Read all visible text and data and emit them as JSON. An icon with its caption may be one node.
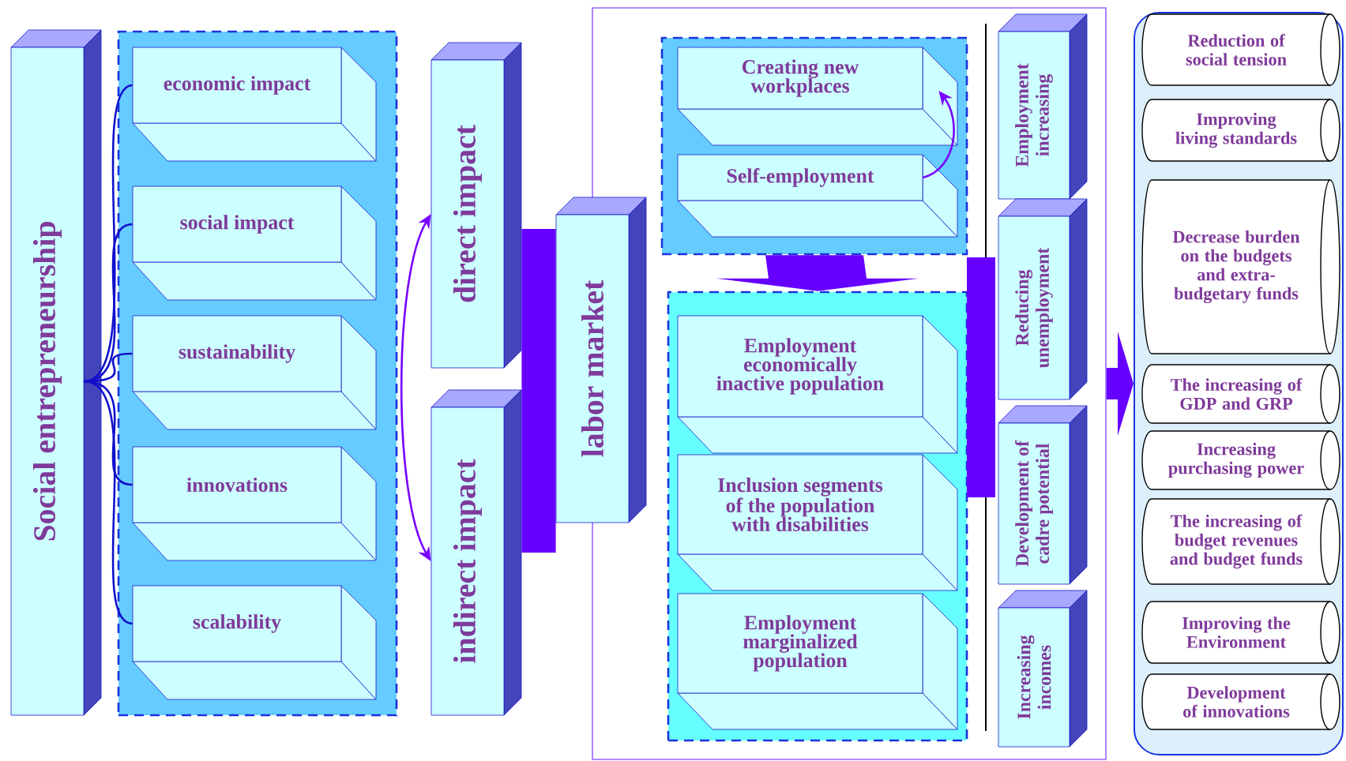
{
  "diagram": {
    "nodes": [
      {
        "text": [
          "Social entrepreneurship"
        ]
      },
      {
        "text": [],
        "shape": "box"
      },
      {
        "text": [
          "economic impact"
        ],
        "in": 1
      },
      {
        "text": [
          "social impact"
        ],
        "in": 1
      },
      {
        "text": [
          "sustainability"
        ],
        "in": 1
      },
      {
        "text": [
          "innovations"
        ],
        "in": 1
      },
      {
        "text": [
          "scalability"
        ],
        "in": 1
      },
      {
        "text": [
          "direct impact"
        ]
      },
      {
        "text": [
          "indirect impact"
        ]
      },
      {
        "text": [
          "labor market"
        ]
      },
      {
        "text": [],
        "shape": "box"
      },
      {
        "text": [],
        "shape": "box",
        "in": 10
      },
      {
        "text": [
          "Creating new workplaces"
        ],
        "in": 11
      },
      {
        "text": [
          "Self-employment"
        ],
        "in": 11
      },
      {
        "text": [],
        "shape": "box",
        "in": 10
      },
      {
        "text": [
          "Employment economically inactive population"
        ],
        "in": 14
      },
      {
        "text": [
          "Inclusion segments of the population with disabilities"
        ],
        "in": 14
      },
      {
        "text": [
          "Employment marginalized population"
        ],
        "in": 14
      },
      {
        "text": [
          "Employment increasing"
        ],
        "in": 10
      },
      {
        "text": [
          "Reducing unemployment"
        ],
        "in": 10
      },
      {
        "text": [
          "Development of cadre potential"
        ],
        "in": 10
      },
      {
        "text": [
          "Increasing incomes"
        ],
        "in": 10
      },
      {
        "text": [],
        "shape": "box"
      },
      {
        "text": [
          "Reduction of social tension"
        ],
        "in": 22
      },
      {
        "text": [
          "Improving living standards"
        ],
        "in": 22
      },
      {
        "text": [
          "Decrease burden on the budgets and extra-budgetary funds"
        ],
        "in": 22
      },
      {
        "text": [
          "The increasing of GDP and GRP"
        ],
        "in": 22
      },
      {
        "text": [
          "Increasing purchasing power"
        ],
        "in": 22
      },
      {
        "text": [
          "The increasing of budget revenues and budget funds"
        ],
        "in": 22
      },
      {
        "text": [
          "Improving the Environment"
        ],
        "in": 22
      },
      {
        "text": [
          "Development of innovations"
        ],
        "in": 22
      }
    ],
    "edges": [
      {
        "from": 0,
        "to": 2,
        "arrow": "none"
      },
      {
        "from": 0,
        "to": 3,
        "arrow": "none"
      },
      {
        "from": 0,
        "to": 4,
        "arrow": "none"
      },
      {
        "from": 0,
        "to": 5,
        "arrow": "none"
      },
      {
        "from": 0,
        "to": 6,
        "arrow": "none"
      },
      {
        "from": 7,
        "to": 8,
        "arrow": "both",
        "color": "#7700ff"
      },
      {
        "from": 7,
        "to": 9,
        "arrow": "none",
        "style": "thick",
        "color": "#6600ff"
      },
      {
        "from": 8,
        "to": 9,
        "arrow": "none",
        "style": "thick",
        "color": "#6600ff"
      },
      {
        "from": 13,
        "to": 12,
        "arrow": "to",
        "color": "#7700ff"
      },
      {
        "from": 11,
        "to": 14,
        "arrow": "to",
        "style": "thick",
        "color": "#6600ff"
      },
      {
        "from": 10,
        "to": 22,
        "arrow": "to",
        "style": "thick",
        "color": "#6600ff"
      }
    ]
  }
}
